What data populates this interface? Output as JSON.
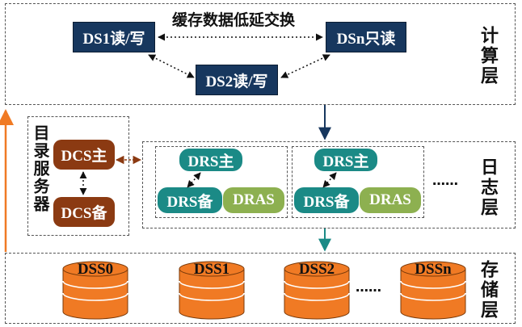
{
  "compute_layer": {
    "label": "计算层",
    "center_text": "缓存数据低延交换",
    "ds1": "DS1读/写",
    "dsn": "DSn只读",
    "ds2": "DS2读/写"
  },
  "directory": {
    "label": "目录服务器",
    "dcs_main": "DCS主",
    "dcs_backup": "DCS备"
  },
  "log_layer": {
    "label": "日志层",
    "ellipsis": "……",
    "groups": [
      {
        "drs_main": "DRS主",
        "drs_backup": "DRS备",
        "dras": "DRAS"
      },
      {
        "drs_main": "DRS主",
        "drs_backup": "DRS备",
        "dras": "DRAS"
      }
    ]
  },
  "storage_layer": {
    "label": "存储层",
    "ellipsis": "……",
    "disks": [
      "DSS0",
      "DSS1",
      "DSS2",
      "DSSn"
    ]
  },
  "colors": {
    "compute_box": "#17375e",
    "dcs": "#8b3a12",
    "drs": "#1b8a86",
    "dras": "#8db050",
    "disk": "#f07a24",
    "arrow_navy": "#17375e",
    "arrow_teal": "#1b8a86",
    "arrow_orange": "#f07a24",
    "arrow_brown": "#8b3a12"
  }
}
